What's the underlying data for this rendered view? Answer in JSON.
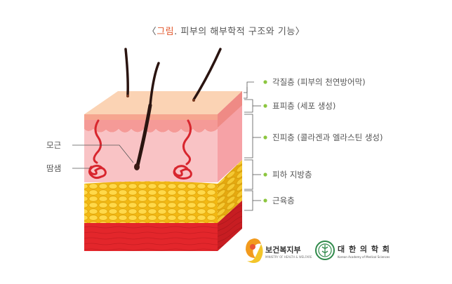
{
  "title": {
    "bracket_open": "〈",
    "highlight": "그림",
    "text": ". 피부의 해부학적 구조와 기능",
    "bracket_close": "〉"
  },
  "layers": [
    {
      "label": "각질층 (피부의 천연방어막)"
    },
    {
      "label": "표피층 (세포 생성)"
    },
    {
      "label": "진피층 (콜라겐과 엘라스틴 생성)"
    },
    {
      "label": "피하 지방층"
    },
    {
      "label": "근육층"
    }
  ],
  "left_labels": {
    "hair_root": "모근",
    "sweat_gland": "땀샘"
  },
  "logos": {
    "mohw_name": "보건복지부",
    "mohw_sub": "MINISTRY OF HEALTH & WELFARE",
    "kams_name": "대 한 의 학 회",
    "kams_sub": "Korean Academy of Medical Sciences"
  },
  "colors": {
    "accent": "#e2572b",
    "bullet": "#8cc63f",
    "epidermis": "#f4a98e",
    "dermis": "#f7bcc0",
    "fat": "#f5c518",
    "muscle": "#e0242a"
  }
}
